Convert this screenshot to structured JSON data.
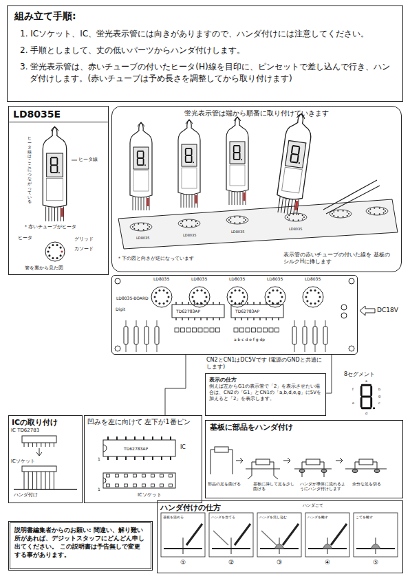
{
  "diagram": {
    "nodes": [
      {
        "text": [
          "組み立て手順:",
          "1. ICソケット、IC、蛍光表示管には向きがありますので、ハンダ付けには注意してください。",
          "2. 手順としまして、丈の低いパーツからハンダ付けします。",
          "3. 蛍光表示管は、赤いチューブの付いたヒータ(H)線を目印に、ピンセットで差し込んで行き、ハンダ付けします。(赤いチューブは予め長さを調整してから取り付けます)"
        ]
      },
      {
        "text": [
          "LD8035E"
        ]
      },
      {
        "text": [
          "蛍光表示管は端から順番に取り付けていきます"
        ]
      },
      {
        "text": [
          "LD8035-BOARD"
        ]
      },
      {
        "text": [
          "表示の仕方",
          "例えば左からG1の表示管で「2」を表示させたい場合は、CN2の「G1」とCN1の「a,b,d,e,g」に5Vを加えると「2」を表示します。"
        ]
      },
      {
        "text": [
          "ICの取り付け"
        ]
      },
      {
        "text": [
          "凹みを左に向けて 左下が1番ピン"
        ]
      },
      {
        "text": [
          "基板に部品をハンダ付け"
        ]
      },
      {
        "text": [
          "ハンダ付けの仕方"
        ]
      },
      {
        "text": [
          "説明書編集者からのお願い: 間違い、解り難い所があれば、デジットスタッフにどんどん申し出てください。 この説明書は予告無しで変更する事があります。"
        ]
      }
    ],
    "edges": [
      {
        "from": 3,
        "to": 4,
        "arrow": "none"
      },
      {
        "from": 3,
        "to": 6,
        "arrow": "none"
      }
    ],
    "labels": [
      "ヒータ線はここにつながっている",
      "ヒータ線",
      "＊赤いチューブがヒータ",
      "ヒータ",
      "グリッド",
      "カソード",
      "管を裏から見た図",
      "＊下の図と向きが逆になっています",
      "表示管の赤いチューブの付いた線を 基板のシルクHに挿します",
      "LD8035",
      "LD8035",
      "LD8035",
      "LD8035",
      "LD8035",
      "LD8035",
      "LD8035",
      "LD8035",
      "LD8035",
      "Digit",
      "TD62783AP",
      "TD62783AP",
      "a b c d e f g dp",
      "DC18V",
      "CN2とCN1はDC5Vです (電源のGNDと共通にします)",
      "8セグメント",
      "a",
      "b",
      "c",
      "d",
      "e",
      "f",
      "g",
      "IC TD62783",
      "ICソケット",
      "ハンダ付け",
      "IC",
      "ICソケット",
      "1",
      "1",
      "部品の足を曲げる",
      "基板に挿して足を少し曲げる",
      "ハンダが導体に流れるようにハンダ付けします",
      "余分な足を切る",
      "①",
      "②",
      "③",
      "④",
      "⑤",
      "ハンダごて",
      "基板を温める",
      "ハンダを当てる",
      "ハンダを流し込む",
      "ハンダを離す",
      "こてを離す",
      "TD62783AP"
    ]
  }
}
